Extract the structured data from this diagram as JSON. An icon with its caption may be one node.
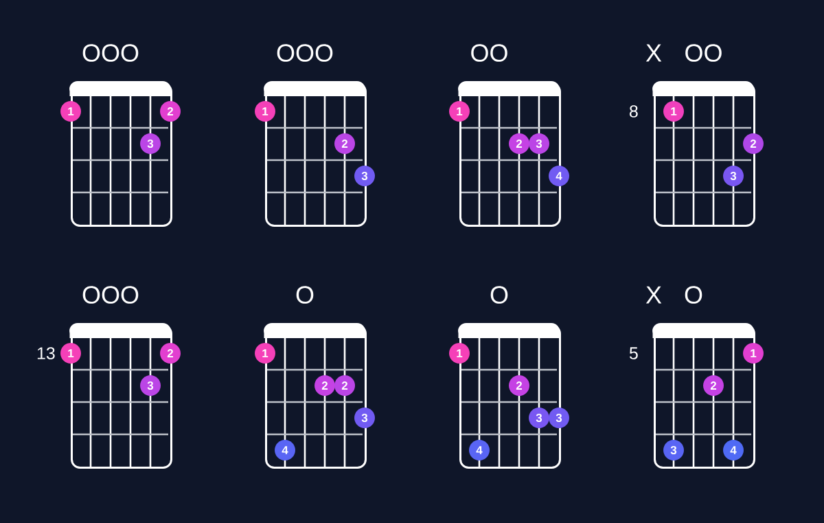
{
  "diagram": {
    "nodes": [
      {
        "text": [
          "OOO"
        ]
      },
      {
        "text": [
          "1"
        ],
        "in": 0
      },
      {
        "text": [
          "2"
        ],
        "in": 0
      },
      {
        "text": [
          "3"
        ],
        "in": 0
      },
      {
        "text": [
          "OOO"
        ]
      },
      {
        "text": [
          "1"
        ],
        "in": 4
      },
      {
        "text": [
          "2"
        ],
        "in": 4
      },
      {
        "text": [
          "3"
        ],
        "in": 4
      },
      {
        "text": [
          "OO"
        ]
      },
      {
        "text": [
          "1"
        ],
        "in": 8
      },
      {
        "text": [
          "2"
        ],
        "in": 8
      },
      {
        "text": [
          "3"
        ],
        "in": 8
      },
      {
        "text": [
          "4"
        ],
        "in": 8
      },
      {
        "text": [
          "X",
          "OO"
        ]
      },
      {
        "text": [
          "1"
        ],
        "in": 13
      },
      {
        "text": [
          "2"
        ],
        "in": 13
      },
      {
        "text": [
          "3"
        ],
        "in": 13
      },
      {
        "text": [
          "OOO"
        ]
      },
      {
        "text": [
          "1"
        ],
        "in": 17
      },
      {
        "text": [
          "2"
        ],
        "in": 17
      },
      {
        "text": [
          "3"
        ],
        "in": 17
      },
      {
        "text": [
          "O"
        ]
      },
      {
        "text": [
          "1"
        ],
        "in": 21
      },
      {
        "text": [
          "2"
        ],
        "in": 21
      },
      {
        "text": [
          "2"
        ],
        "in": 21
      },
      {
        "text": [
          "3"
        ],
        "in": 21
      },
      {
        "text": [
          "4"
        ],
        "in": 21
      },
      {
        "text": [
          "O"
        ]
      },
      {
        "text": [
          "1"
        ],
        "in": 27
      },
      {
        "text": [
          "2"
        ],
        "in": 27
      },
      {
        "text": [
          "3"
        ],
        "in": 27
      },
      {
        "text": [
          "3"
        ],
        "in": 27
      },
      {
        "text": [
          "4"
        ],
        "in": 27
      },
      {
        "text": [
          "X",
          "O"
        ]
      },
      {
        "text": [
          "1"
        ],
        "in": 33
      },
      {
        "text": [
          "2"
        ],
        "in": 33
      },
      {
        "text": [
          "3"
        ],
        "in": 33
      },
      {
        "text": [
          "4"
        ],
        "in": 33
      }
    ],
    "labels": [
      "8",
      "13",
      "5"
    ]
  }
}
